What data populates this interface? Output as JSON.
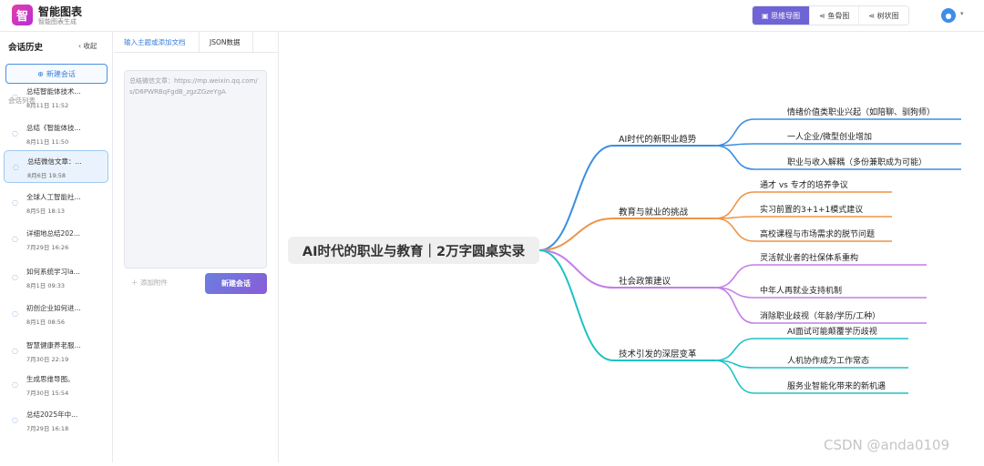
{
  "app": {
    "logo_char": "智",
    "title": "智能图表",
    "subtitle": "智能图表生成"
  },
  "view_tabs": [
    {
      "label": "思维导图",
      "icon": "▣",
      "active": true
    },
    {
      "label": "鱼骨图",
      "icon": "⋖",
      "active": false
    },
    {
      "label": "树状图",
      "icon": "⋖",
      "active": false
    }
  ],
  "user": {
    "avatar_icon": "user-avatar-icon",
    "caret": "▾"
  },
  "sidebar": {
    "title": "会话历史",
    "collapse_label": "收起",
    "new_chat_label": "新建会话",
    "list_label": "会话列表",
    "conversations": [
      {
        "title": "总结智能体技术...",
        "time": "8月11日 11:52",
        "active": false
      },
      {
        "title": "总结《智能体技...",
        "time": "8月11日 11:50",
        "active": false
      },
      {
        "title": "总结微信文章：...",
        "time": "8月6日 19:58",
        "active": true
      },
      {
        "title": "全球人工智能社...",
        "time": "8月5日 18:13",
        "active": false
      },
      {
        "title": "详细地总结202...",
        "time": "7月29日 16:26",
        "active": false
      },
      {
        "title": "如何系统学习la...",
        "time": "8月1日 09:33",
        "active": false
      },
      {
        "title": "初创企业如何进...",
        "time": "8月1日 08:56",
        "active": false
      },
      {
        "title": "智慧健康养老服...",
        "time": "7月30日 22:19",
        "active": false
      },
      {
        "title": "生成思维导图。",
        "time": "7月30日 15:54",
        "active": false
      },
      {
        "title": "总结2025年中...",
        "time": "7月29日 16:18",
        "active": false
      }
    ]
  },
  "input_panel": {
    "tab_input": "输入主题或添加文档",
    "tab_json": "JSON数据",
    "text_value": "总结微信文章：https://mp.weixin.qq.com/s/D6PWRBqFgdB_zgzZGzeYgA",
    "attach_label": "添加附件",
    "create_label": "新建会话"
  },
  "mindmap": {
    "root": "AI时代的职业与教育｜2万字圆桌实录",
    "branches": [
      {
        "label": "AI时代的新职业趋势",
        "color": "#3b8fe0",
        "children": [
          "情绪价值类职业兴起（如陪聊、驯狗师）",
          "一人企业/微型创业增加",
          "职业与收入解耦（多份兼职成为可能）"
        ]
      },
      {
        "label": "教育与就业的挑战",
        "color": "#ef9447",
        "children": [
          "通才 vs 专才的培养争议",
          "实习前置的3+1+1模式建议",
          "高校课程与市场需求的脱节问题"
        ]
      },
      {
        "label": "社会政策建议",
        "color": "#c47ee8",
        "children": [
          "灵活就业者的社保体系重构",
          "中年人再就业支持机制",
          "消除职业歧视（年龄/学历/工种）"
        ]
      },
      {
        "label": "技术引发的深层变革",
        "color": "#1fc2c4",
        "children": [
          "AI面试可能颠覆学历歧视",
          "人机协作成为工作常态",
          "服务业智能化带来的新机遇"
        ]
      }
    ]
  },
  "watermark": "CSDN @anda0109"
}
